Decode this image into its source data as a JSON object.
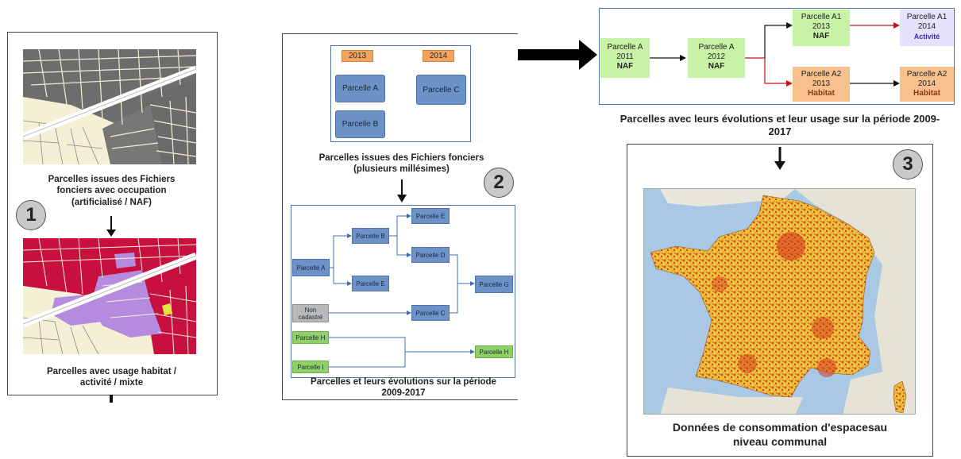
{
  "panel1": {
    "badge": "1",
    "caption_top": "Parcelles issues des Fichiers fonciers avec occupation (artificialisé / NAF)",
    "caption_bottom": "Parcelles avec usage habitat / activité / mixte"
  },
  "panel2": {
    "badge": "2",
    "year_2013": "2013",
    "year_2014": "2014",
    "parcelle_a": "Parcelle A",
    "parcelle_b": "Parcelle B",
    "parcelle_c": "Parcelle C",
    "caption_top": "Parcelles issues des Fichiers fonciers (plusieurs millésimes)",
    "flow": {
      "a": "Parcelle A",
      "b": "Parcelle B",
      "e_top": "Parcelle E",
      "e": "Parcelle E",
      "d": "Parcelle D",
      "g": "Parcelle G",
      "non_cadastre": "Non cadastré",
      "c": "Parcelle C",
      "h": "Parcelle H",
      "h_out": "Parcelle H",
      "i": "Parcelle I"
    },
    "caption_bottom": "Parcelles et leurs évolutions sur la période 2009-2017"
  },
  "panel3": {
    "badge": "3",
    "boxes": {
      "a2011": {
        "name": "Parcelle A",
        "year": "2011",
        "tag": "NAF"
      },
      "a2012": {
        "name": "Parcelle A",
        "year": "2012",
        "tag": "NAF"
      },
      "a1_2013": {
        "name": "Parcelle A1",
        "year": "2013",
        "tag": "NAF"
      },
      "a1_2014": {
        "name": "Parcelle A1",
        "year": "2014",
        "tag": "Activité"
      },
      "a2_2013": {
        "name": "Parcelle A2",
        "year": "2013",
        "tag": "Habitat"
      },
      "a2_2014": {
        "name": "Parcelle A2",
        "year": "2014",
        "tag": "Habitat"
      }
    },
    "caption_top": "Parcelles avec leurs évolutions et leur usage sur la période 2009-2017",
    "caption_bottom": "Données de consommation d'espacesau niveau communal"
  },
  "colors": {
    "blue_box": "#6c91c7",
    "orange_box": "#f2a45e",
    "green_box": "#8fd068",
    "naf_green": "#c8f2a6",
    "activity_purple": "#e7e2fb",
    "habitat_orange": "#f8c08d",
    "habitat_crimson": "#c8103f",
    "activity_violet": "#b58bdf",
    "red_arrow": "#c0151b"
  }
}
